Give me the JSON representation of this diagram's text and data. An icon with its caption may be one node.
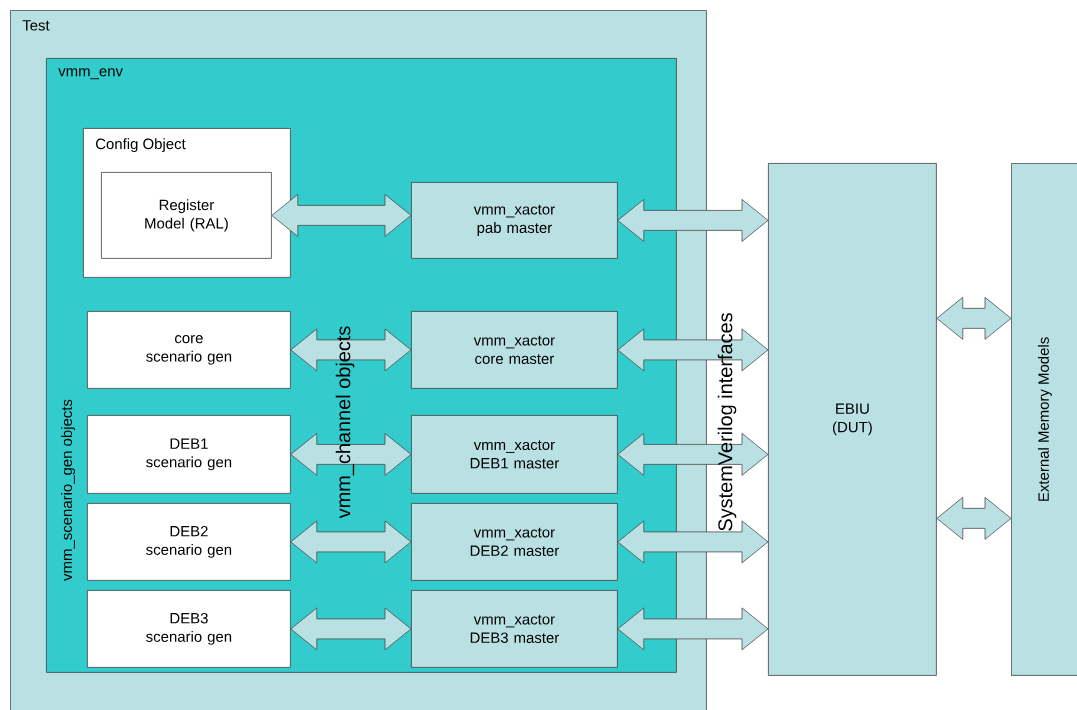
{
  "diagram": {
    "nodes": [
      {
        "text": [
          "Test"
        ]
      },
      {
        "text": [
          "vmm_env"
        ],
        "in": 0
      },
      {
        "text": [
          "Config Object"
        ],
        "in": 1
      },
      {
        "text": [
          "Register Model (RAL)"
        ],
        "in": 2
      },
      {
        "text": [
          "vmm_xactor pab master"
        ],
        "in": 1
      },
      {
        "text": [
          "core scenario gen"
        ],
        "in": 1
      },
      {
        "text": [
          "vmm_xactor core master"
        ],
        "in": 1
      },
      {
        "text": [
          "DEB1 scenario gen"
        ],
        "in": 1
      },
      {
        "text": [
          "vmm_xactor DEB1 master"
        ],
        "in": 1
      },
      {
        "text": [
          "DEB2 scenario gen"
        ],
        "in": 1
      },
      {
        "text": [
          "vmm_xactor DEB2 master"
        ],
        "in": 1
      },
      {
        "text": [
          "DEB3 scenario gen"
        ],
        "in": 1
      },
      {
        "text": [
          "vmm_xactor DEB3 master"
        ],
        "in": 1
      },
      {
        "text": [
          "EBIU (DUT)"
        ]
      },
      {
        "text": [
          "External Memory Models"
        ]
      }
    ],
    "edges": [
      {
        "from": 3,
        "to": 4,
        "arrow": "both"
      },
      {
        "from": 5,
        "to": 6,
        "arrow": "both"
      },
      {
        "from": 7,
        "to": 8,
        "arrow": "both"
      },
      {
        "from": 9,
        "to": 10,
        "arrow": "both"
      },
      {
        "from": 11,
        "to": 12,
        "arrow": "both"
      },
      {
        "from": 4,
        "to": 13,
        "arrow": "both"
      },
      {
        "from": 6,
        "to": 13,
        "arrow": "both"
      },
      {
        "from": 8,
        "to": 13,
        "arrow": "both"
      },
      {
        "from": 10,
        "to": 13,
        "arrow": "both"
      },
      {
        "from": 12,
        "to": 13,
        "arrow": "both"
      },
      {
        "from": 13,
        "to": 14,
        "arrow": "both"
      },
      {
        "from": 13,
        "to": 14,
        "arrow": "both"
      }
    ],
    "labels": [
      "vmm_scenario_gen objects",
      "vmm_channel objects",
      "SystemVerilog interfaces"
    ]
  }
}
